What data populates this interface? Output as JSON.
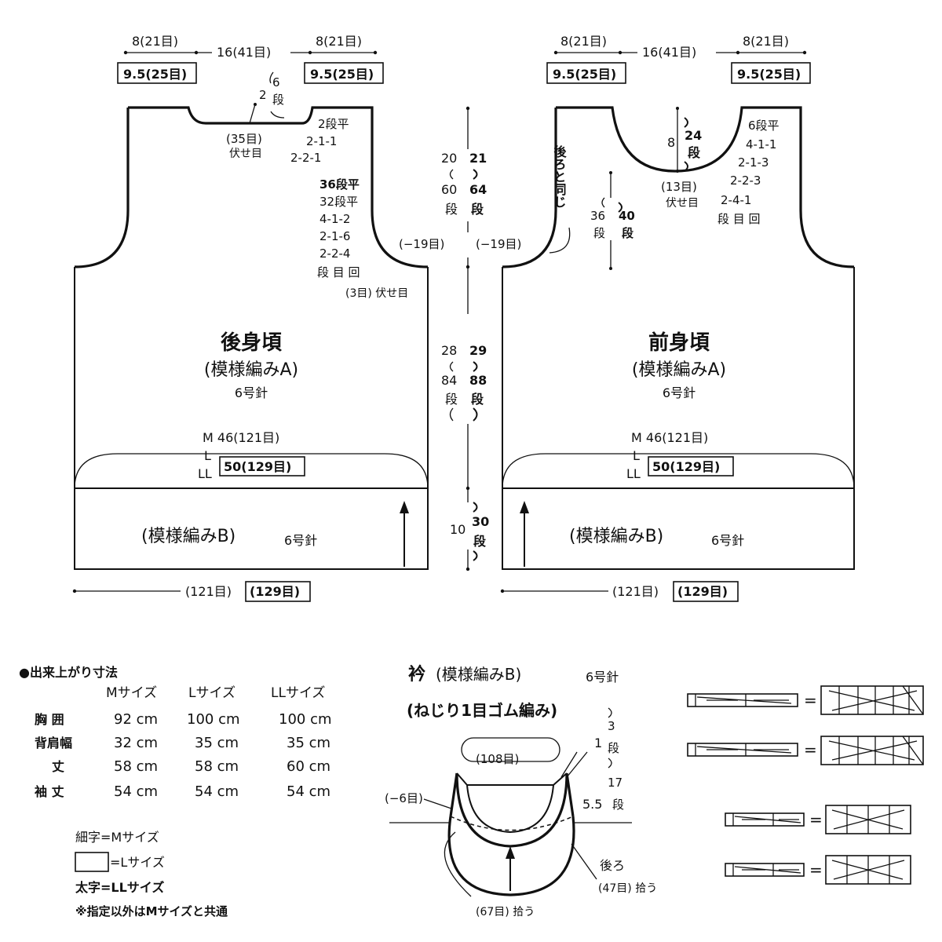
{
  "top": {
    "back_left_m": "8(21目)",
    "back_mid": "16(41目)",
    "back_right_m": "8(21目)",
    "back_left_l": "9.5(25目)",
    "back_right_l": "9.5(25目)",
    "front_left_m": "8(21目)",
    "front_mid": "16(41目)",
    "front_right_m": "8(21目)",
    "front_left_l": "9.5(25目)",
    "front_right_l": "9.5(25目)"
  },
  "back": {
    "title": "後身頃",
    "pattern": "(模様編みA)",
    "needle": "6号針",
    "width_m": "M 46(121目)",
    "size_l": "L",
    "size_ll": "LL",
    "width_l": "50(129目)",
    "ribbing": "(模様編みB)",
    "ribbing_needle": "6号針",
    "bottom": "(121目)",
    "bottom_l": "(129目)",
    "neck_rows_a": "2",
    "neck_rows_b": "6",
    "neck_rows_c": "段",
    "neck_bind": "(35目)",
    "neck_bind2": "伏せ目",
    "neck_dec": [
      "2段平",
      "2-1-1",
      "2-2-1"
    ],
    "arm_dec": [
      "36段平",
      "32段平",
      "4-1-2",
      "2-1-6",
      "2-2-4",
      "段 目 回"
    ],
    "arm_bind": "(3目) 伏せ目"
  },
  "front": {
    "title": "前身頃",
    "pattern": "(模様編みA)",
    "needle": "6号針",
    "width_m": "M 46(121目)",
    "size_l": "L",
    "size_ll": "LL",
    "width_l": "50(129目)",
    "ribbing": "(模様編みB)",
    "ribbing_needle": "6号針",
    "bottom": "(121目)",
    "bottom_l": "(129目)",
    "same_as_back": "後ろと同じ",
    "neck_depth": "8",
    "neck_rows": "24",
    "neck_rows2": "段",
    "neck_bind": "(13目)",
    "neck_bind2": "伏せ目",
    "neck_dec": [
      "6段平",
      "4-1-1",
      "2-1-3",
      "2-2-3",
      "2-4-1",
      "段 目 回"
    ],
    "arm_rows_a": "36",
    "arm_rows_a2": "段",
    "arm_rows_b": "40",
    "arm_rows_b2": "段"
  },
  "center": {
    "arm_m": "20",
    "arm_m_rows": "60",
    "arm_m_unit": "段",
    "arm_l": "21",
    "arm_l_rows": "64",
    "arm_l_unit": "段",
    "dec_left": "(−19目)",
    "dec_right": "(−19目)",
    "body_m": "28",
    "body_m_rows": "84",
    "body_m_unit": "段",
    "body_l": "29",
    "body_l_rows": "88",
    "body_l_unit": "段",
    "rib_cm": "10",
    "rib_rows": "30",
    "rib_unit": "段"
  },
  "sizes": {
    "title": "●出来上がり寸法",
    "headers": [
      "Mサイズ",
      "Lサイズ",
      "LLサイズ"
    ],
    "rows": [
      {
        "label": "胸 囲",
        "m": "92 cm",
        "l": "100 cm",
        "ll": "100 cm"
      },
      {
        "label": "背肩幅",
        "m": "32 cm",
        "l": "35 cm",
        "ll": "35 cm"
      },
      {
        "label": "丈",
        "m": "58 cm",
        "l": "58 cm",
        "ll": "60 cm"
      },
      {
        "label": "袖 丈",
        "m": "54 cm",
        "l": "54 cm",
        "ll": "54 cm"
      }
    ]
  },
  "legend": {
    "thin": "細字=Mサイズ",
    "box": "=Lサイズ",
    "bold": "太字=LLサイズ",
    "note": "※指定以外はMサイズと共通"
  },
  "collar": {
    "title": "衿",
    "pattern": "(模様編みB)",
    "needle": "6号針",
    "rib": "(ねじり1目ゴム編み)",
    "pickup": "(108目)",
    "height_a": "1",
    "height_rows_a": "3",
    "height_unit_a": "段",
    "height_b": "5.5",
    "height_rows_b": "17",
    "height_unit_b": "段",
    "dec": "(−6目)",
    "back": "後ろ",
    "back_pick": "(47目) 拾う",
    "front_pick": "(67目) 拾う"
  },
  "symbols": {
    "equals": "="
  }
}
